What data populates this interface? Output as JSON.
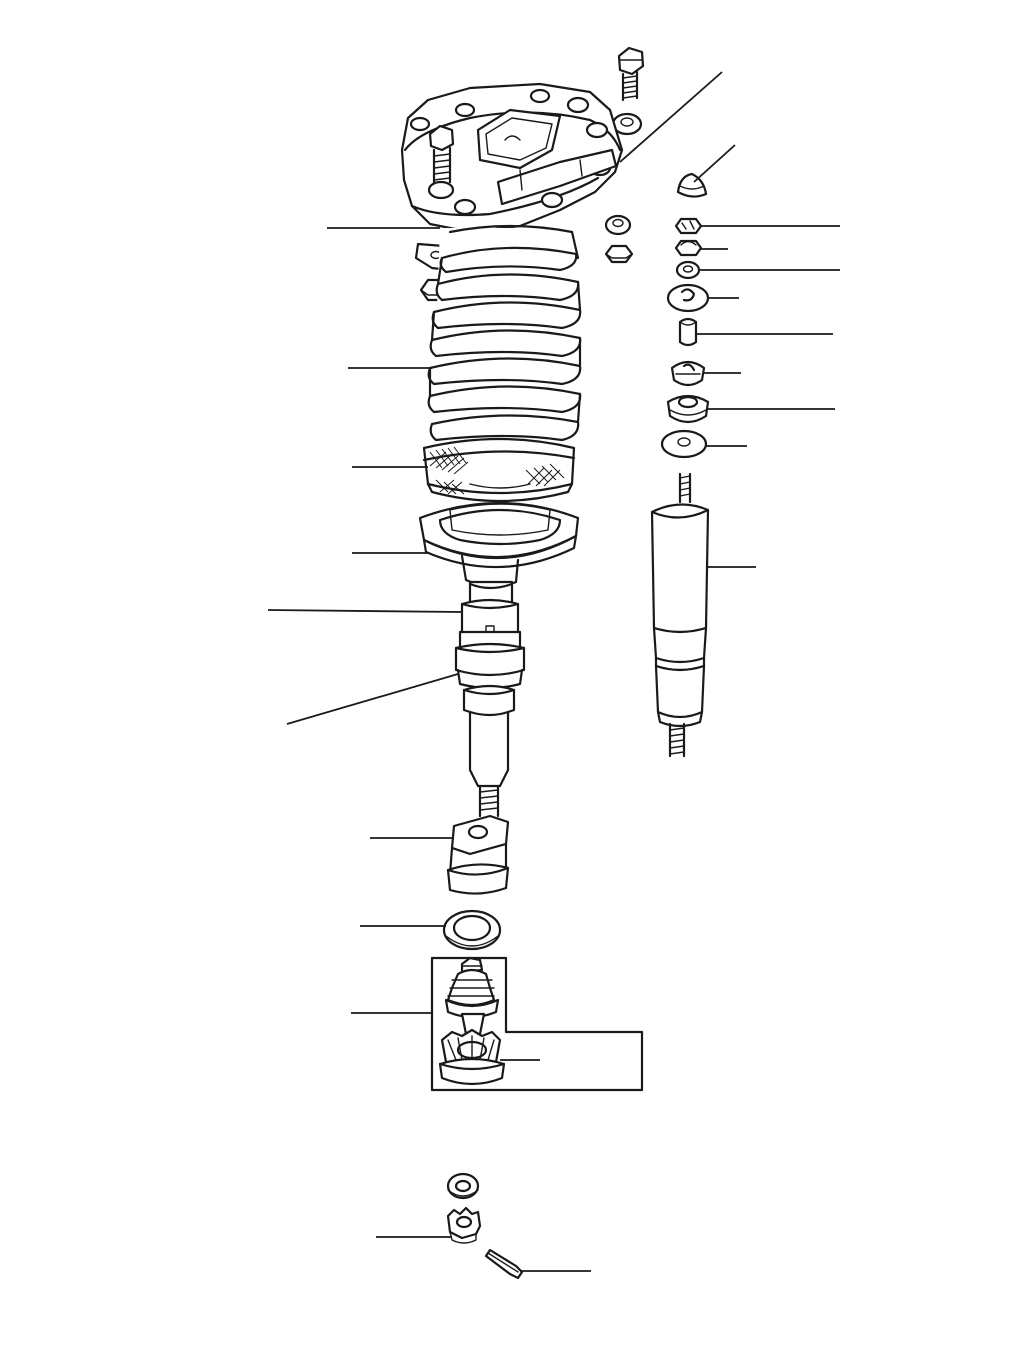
{
  "figure": {
    "kind": "exploded-parts-diagram",
    "subject_icon": "front-strut-coil-spring-assembly",
    "callout_labels_visible": false,
    "ink_color": "#1a1a1a",
    "background_color": "#ffffff",
    "parts": [
      "upper-mount-plate",
      "mount-bolt",
      "mount-stud-bolt",
      "mount-nut",
      "mount-washer",
      "spacer-plate",
      "spring-nut",
      "coil-spring",
      "rubber-boot",
      "lower-spring-seat",
      "collar-ring",
      "dust-seal",
      "strut-rod",
      "bump-rubber",
      "seal-ring",
      "ball-joint",
      "ball-joint-bracket",
      "castle-washer",
      "castle-nut",
      "cotter-pin",
      "shock-cap",
      "lock-nut",
      "plain-nut",
      "small-washer",
      "cup-washer",
      "sleeve",
      "upper-bush",
      "lower-bush",
      "dish-washer",
      "shock-absorber"
    ]
  }
}
